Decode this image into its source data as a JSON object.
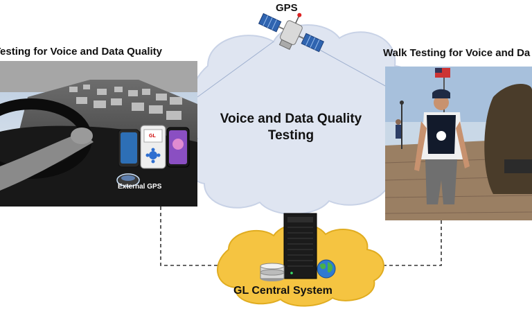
{
  "labels": {
    "drive_title": "Testing for Voice and Data Quality",
    "walk_title": "Walk Testing for Voice and Da",
    "gps": "GPS",
    "cloud_title": "Voice and Data Quality Testing",
    "central_system": "GL Central System",
    "external_gps": "External GPS"
  },
  "colors": {
    "cloud_fill": "#dfe5f1",
    "cloud_stroke": "#c8d2e6",
    "central_cloud": "#f5c441",
    "dashed_line": "#333333"
  }
}
